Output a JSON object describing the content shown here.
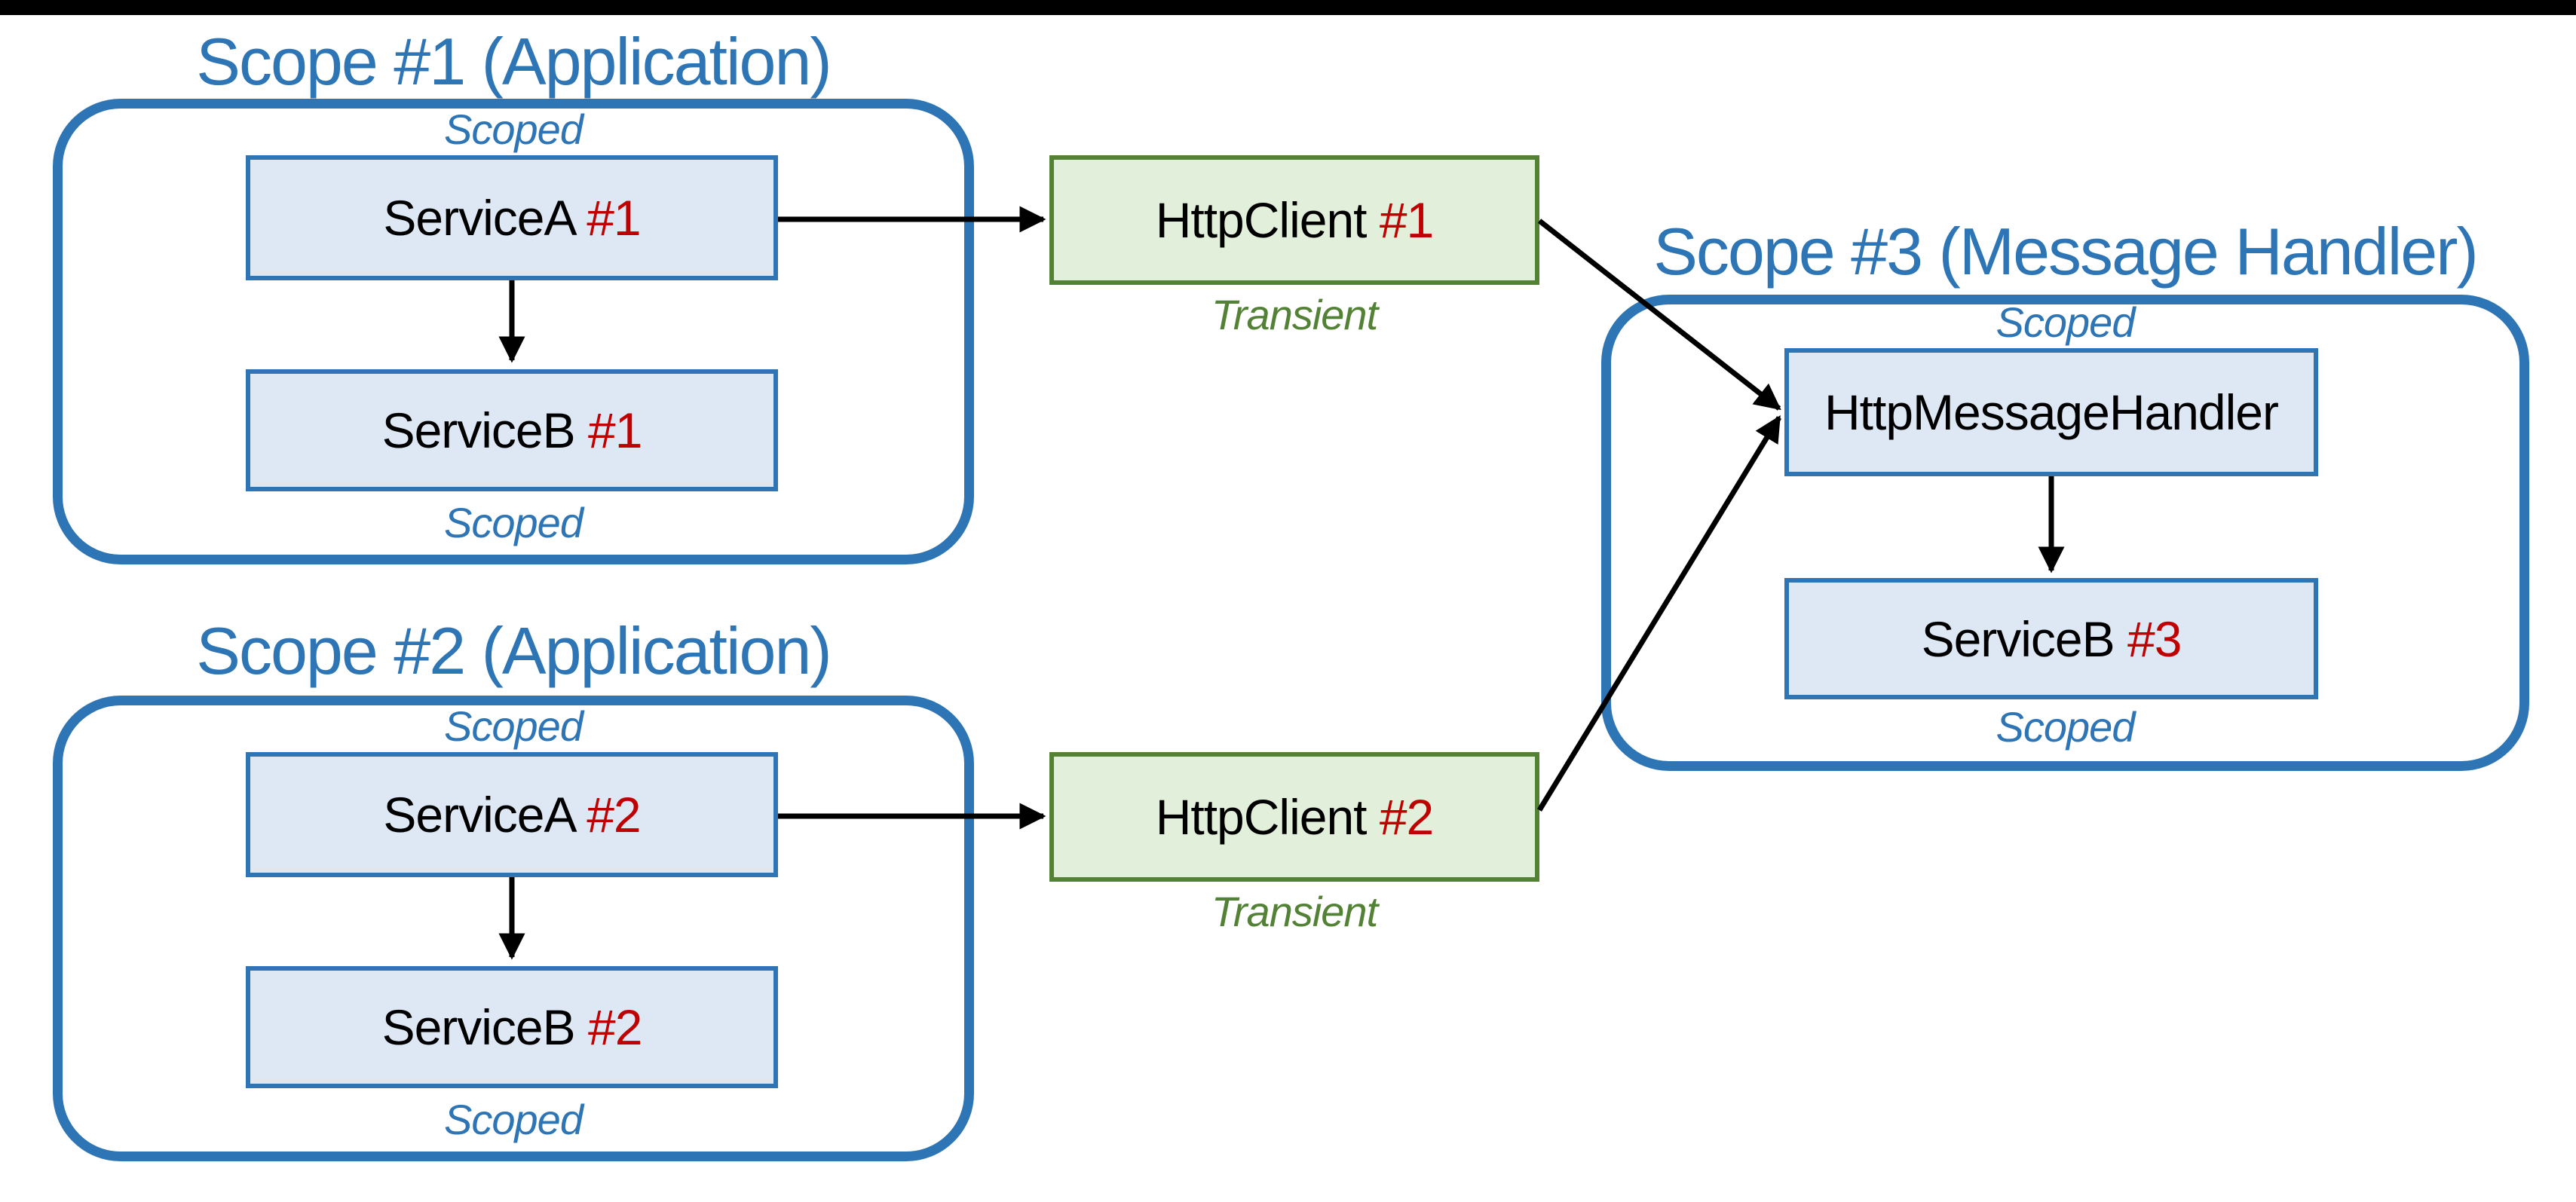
{
  "colors": {
    "accent_blue": "#2E75B6",
    "box_fill_blue": "#DEE8F4",
    "green_border": "#548235",
    "green_fill": "#E2EFDA",
    "green_text": "#538135",
    "red": "#C00000",
    "black_bar": "#000000"
  },
  "scopes": [
    {
      "title": "Scope #1 (Application)",
      "top_label": "Scoped",
      "bottom_label": "Scoped",
      "boxes": [
        {
          "name": "ServiceA",
          "instance": "#1"
        },
        {
          "name": "ServiceB",
          "instance": "#1"
        }
      ]
    },
    {
      "title": "Scope #2 (Application)",
      "top_label": "Scoped",
      "bottom_label": "Scoped",
      "boxes": [
        {
          "name": "ServiceA",
          "instance": "#2"
        },
        {
          "name": "ServiceB",
          "instance": "#2"
        }
      ]
    },
    {
      "title": "Scope #3 (Message Handler)",
      "top_label": "Scoped",
      "bottom_label": "Scoped",
      "boxes": [
        {
          "name": "HttpMessageHandler",
          "instance": ""
        },
        {
          "name": "ServiceB",
          "instance": "#3"
        }
      ]
    }
  ],
  "clients": [
    {
      "name": "HttpClient",
      "instance": "#1",
      "lifetime": "Transient"
    },
    {
      "name": "HttpClient",
      "instance": "#2",
      "lifetime": "Transient"
    }
  ]
}
